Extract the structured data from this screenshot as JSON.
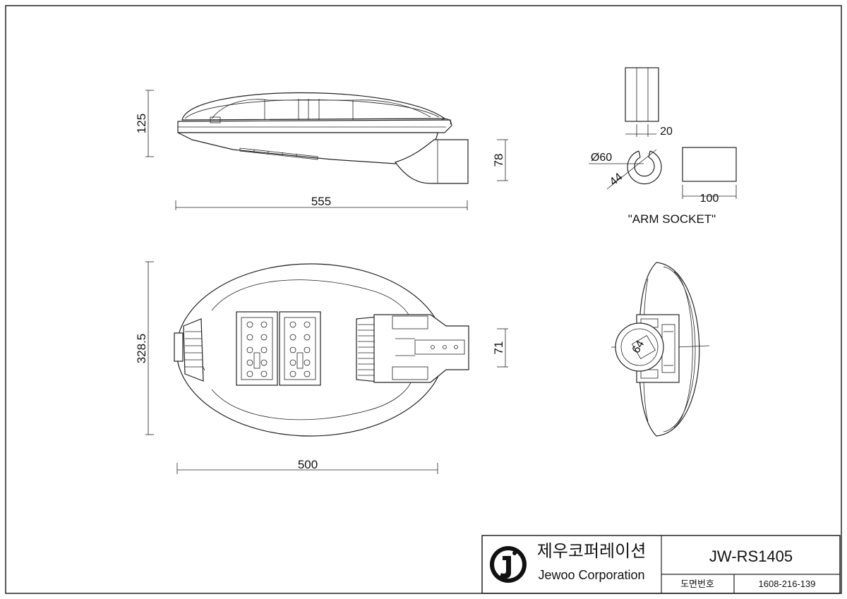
{
  "drawing": {
    "dimensions": {
      "side_height": "125",
      "side_length": "555",
      "arm_height": "78",
      "plan_width": "328.5",
      "plan_length": "500",
      "arm_width": "71",
      "socket_width": "20",
      "socket_diameter": "Ø60",
      "socket_inner": "44",
      "socket_length": "100",
      "end_socket": "64"
    },
    "arm_socket_label": "\"ARM SOCKET\""
  },
  "title_block": {
    "company_korean": "제우코퍼레이션",
    "company_english": "Jewoo Corporation",
    "model": "JW-RS1405",
    "drawing_no_label": "도면번호",
    "drawing_no": "1608-216-139",
    "logo_color": "#111111"
  }
}
